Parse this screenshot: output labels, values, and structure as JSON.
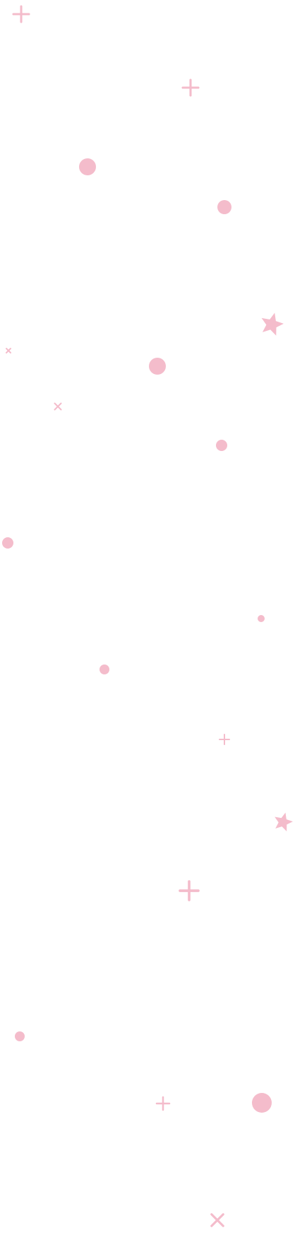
{
  "page": {
    "background_color": "#ffffff",
    "accent_color": "#f4bccb"
  },
  "decorations": [
    {
      "shape": "plus",
      "icon": "plus-icon"
    },
    {
      "shape": "plus",
      "icon": "plus-icon"
    },
    {
      "shape": "circle",
      "icon": "dot-icon"
    },
    {
      "shape": "circle",
      "icon": "dot-icon"
    },
    {
      "shape": "star",
      "icon": "star-icon"
    },
    {
      "shape": "cross",
      "icon": "cross-icon"
    },
    {
      "shape": "circle",
      "icon": "dot-icon"
    },
    {
      "shape": "cross",
      "icon": "cross-icon"
    },
    {
      "shape": "circle",
      "icon": "dot-icon"
    },
    {
      "shape": "circle",
      "icon": "dot-icon"
    },
    {
      "shape": "circle",
      "icon": "dot-icon"
    },
    {
      "shape": "circle",
      "icon": "dot-icon"
    },
    {
      "shape": "plus",
      "icon": "plus-icon"
    },
    {
      "shape": "star",
      "icon": "star-icon"
    },
    {
      "shape": "plus",
      "icon": "plus-icon"
    },
    {
      "shape": "circle",
      "icon": "dot-icon"
    },
    {
      "shape": "plus",
      "icon": "plus-icon"
    },
    {
      "shape": "circle",
      "icon": "dot-icon"
    },
    {
      "shape": "cross",
      "icon": "cross-icon"
    }
  ]
}
